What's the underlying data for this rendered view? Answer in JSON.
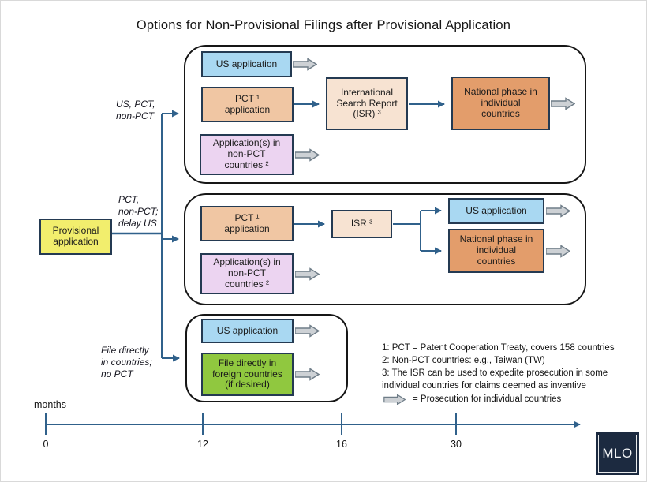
{
  "title": "Options for Non-Provisional Filings after Provisional Application",
  "provisional_label": "Provisional\napplication",
  "branch_labels": {
    "top": "US, PCT,\nnon-PCT",
    "middle": "PCT,\nnon-PCT;\ndelay US",
    "bottom": "File directly\nin countries;\nno PCT"
  },
  "groups": {
    "top": {
      "us_application": "US application",
      "pct_application": "PCT ¹\napplication",
      "isr": "International\nSearch Report\n(ISR) ³",
      "national_phase": "National phase in\nindividual\ncountries",
      "non_pct_countries": "Application(s) in\nnon-PCT\ncountries ²"
    },
    "middle": {
      "pct_application": "PCT ¹\napplication",
      "isr": "ISR ³",
      "us_application": "US application",
      "national_phase": "National phase in\nindividual\ncountries",
      "non_pct_countries": "Application(s) in\nnon-PCT\ncountries ²"
    },
    "bottom": {
      "us_application": "US application",
      "file_directly": "File directly in\nforeign countries\n(if desired)"
    }
  },
  "notes": {
    "lines": [
      "1: PCT = Patent Cooperation Treaty, covers 158 countries",
      "2: Non-PCT countries: e.g., Taiwan (TW)",
      "3: The ISR can be used to expedite prosecution in some",
      "individual countries for claims deemed as inventive"
    ],
    "arrow_legend": "= Prosecution for individual countries"
  },
  "timeline": {
    "axis_label": "months",
    "tick_labels": [
      "0",
      "12",
      "16",
      "30"
    ]
  },
  "logo_text": "MLO",
  "colors": {
    "connector_blue": "#30618b",
    "group_border": "#161616",
    "node_border": "#243a52",
    "node_yellow": "#f2ee6d",
    "node_blue": "#a9d8f2",
    "node_tan": "#f0c6a3",
    "node_peach": "#f7e3d2",
    "node_orange": "#e39d6b",
    "node_lavender": "#ecd4f1",
    "node_green": "#90c83f",
    "block_arrow_fill": "#cdd1d5",
    "block_arrow_stroke": "#6f7d88",
    "logo_background": "#1c2a40"
  }
}
